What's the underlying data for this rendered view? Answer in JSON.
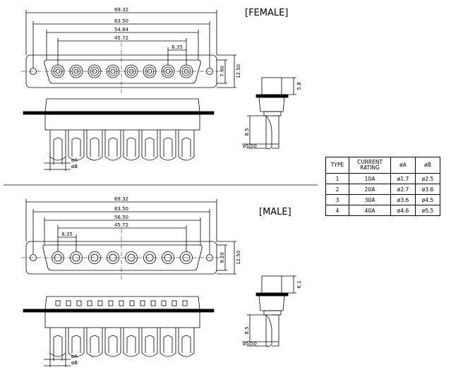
{
  "female": {
    "title": "[FEMALE]",
    "dims": {
      "overall": "69.32",
      "mount_holes": "63.50",
      "shell": "54.84",
      "contacts": "45.72",
      "pitch": "6.35",
      "inner_height": "7.90",
      "outer_height": "12.50",
      "side_depth": "5.8",
      "pin_length": "8.5",
      "pin_dia": "ø5.50",
      "dia_a": "øA",
      "dia_b": "øB"
    }
  },
  "male": {
    "title": "[MALE]",
    "dims": {
      "overall": "69.32",
      "mount_holes": "63.50",
      "shell": "56.50",
      "contacts": "45.72",
      "pitch": "6.35",
      "inner_height": "9.20",
      "outer_height": "12.50",
      "side_depth": "6.1",
      "pin_length": "8.5",
      "pin_dia": "ø5.50",
      "dia_a": "øA",
      "dia_b": "øB"
    }
  },
  "table": {
    "headers": [
      "TYPE",
      "CURRENT RATING",
      "øA",
      "øB"
    ],
    "rows": [
      [
        "1",
        "10A",
        "ø1.7",
        "ø2.5"
      ],
      [
        "2",
        "20A",
        "ø2.7",
        "ø3.6"
      ],
      [
        "3",
        "30A",
        "ø3.6",
        "ø4.5"
      ],
      [
        "4",
        "40A",
        "ø4.6",
        "ø5.5"
      ]
    ]
  }
}
